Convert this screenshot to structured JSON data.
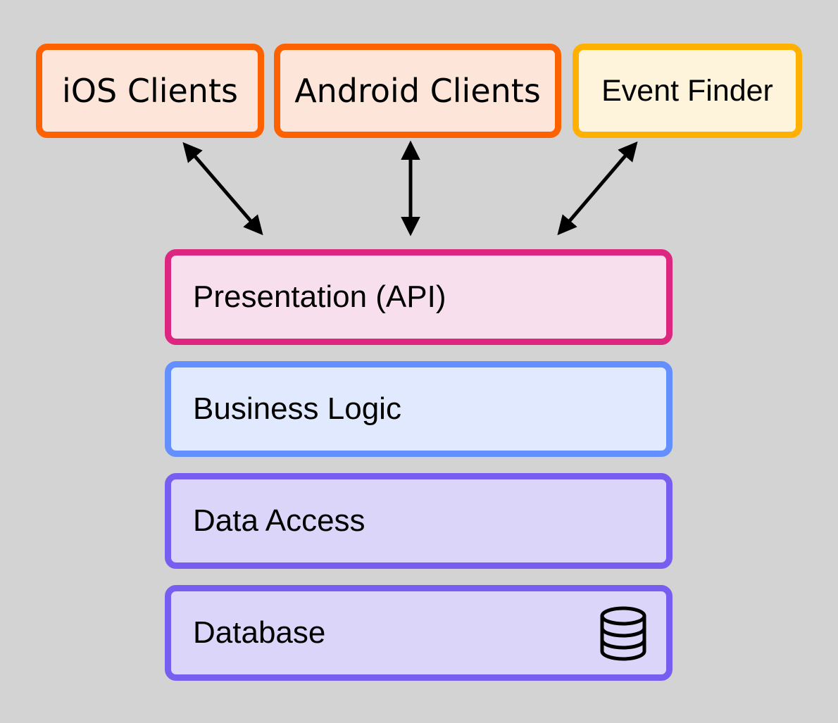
{
  "clients": {
    "ios": "iOS Clients",
    "android": "Android Clients",
    "event_finder": "Event Finder"
  },
  "layers": {
    "presentation": "Presentation (API)",
    "business_logic": "Business Logic",
    "data_access": "Data Access",
    "database": "Database"
  },
  "icons": {
    "database": "database-icon"
  },
  "colors": {
    "background": "#d3d3d3",
    "client_border": "#fe6100",
    "client_fill": "#fde6d9",
    "event_finder_border": "#ffb000",
    "event_finder_fill": "#fef4dc",
    "presentation_border": "#dc267f",
    "presentation_fill": "#f8dfed",
    "business_border": "#648fff",
    "business_fill": "#e0e9fd",
    "data_border": "#785ef0",
    "data_fill": "#dad5f9"
  }
}
